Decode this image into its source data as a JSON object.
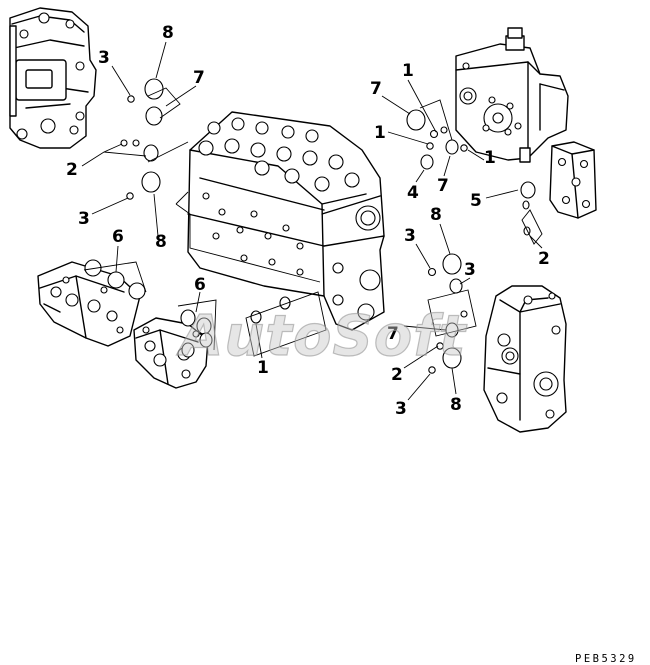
{
  "drawing_code": "PEB5329",
  "watermark_text": "AutoSoft",
  "callouts": {
    "c1": "1",
    "c2": "1",
    "c3": "1",
    "c4": "1",
    "c5": "2",
    "c6": "2",
    "c7": "2",
    "c8": "3",
    "c9": "3",
    "c10": "3",
    "c11": "3",
    "c12": "3",
    "c13": "4",
    "c14": "5",
    "c15": "6",
    "c16": "6",
    "c17": "7",
    "c18": "7",
    "c19": "7",
    "c20": "7",
    "c21": "8",
    "c22": "8",
    "c23": "8",
    "c24": "8"
  }
}
